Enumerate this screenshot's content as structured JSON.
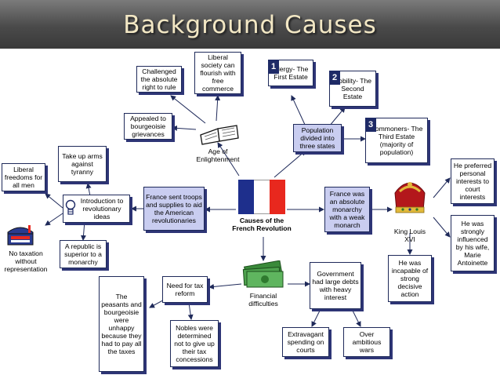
{
  "title": "Background Causes",
  "center_label": "Causes of the French Revolution",
  "enlightenment_label": "Age of Enlightenment",
  "financial_label": "Financial difficulties",
  "king_label": "King Louis XVI",
  "boxes": {
    "challenged": "Challenged the absolute right to rule",
    "liberal_society": "Liberal society can flourish with free commerce",
    "appealed": "Appealed to bourgeoisie grievances",
    "clergy": "Clergy- The First Estate",
    "nobility": "Nobility- The Second Estate",
    "commoners": "Commoners- The Third Estate (majority of population)",
    "population": "Population divided into three states",
    "take_up_arms": "Take up arms against tyranny",
    "liberal_freedoms": "Liberal freedoms for all men",
    "intro_ideas": "Introduction to revolutionary ideas",
    "france_sent": "France sent troops and supplies to aid the American revolutionaries",
    "no_taxation": "No taxation without representation",
    "republic": "A republic is superior to a monarchy",
    "absolute_monarchy": "France was an absolute monarchy with a weak monarch",
    "preferred": "He preferred personal interests to court interests",
    "influenced": "He was strongly influenced by his wife, Marie Antoinette",
    "incapable": "He was incapable of strong decisive action",
    "need_tax": "Need for tax reform",
    "peasants": "The peasants and bourgeoisie were unhappy because they had to pay all the taxes",
    "nobles": "Nobles were determined not to give up their tax concessions",
    "government_debts": "Government had large debts with heavy interest",
    "extravagant": "Extravagant spending on courts",
    "over_ambitious": "Over ambitious wars"
  },
  "estate_numbers": [
    "1",
    "2",
    "3"
  ],
  "colors": {
    "box_fill": "#ffffff",
    "box_fill_blue": "#c9cdf0",
    "box_border": "#1f2a5a",
    "shadow": "#2e3576",
    "number_badge": "#1e2a66",
    "title_text": "#f2e7c4",
    "flag_blue": "#1e2f8c",
    "flag_red": "#e8281e"
  },
  "icons": [
    "book-icon",
    "flag-icon",
    "money-icon",
    "crown-icon",
    "lightbulb-icon",
    "mailbox-icon"
  ]
}
